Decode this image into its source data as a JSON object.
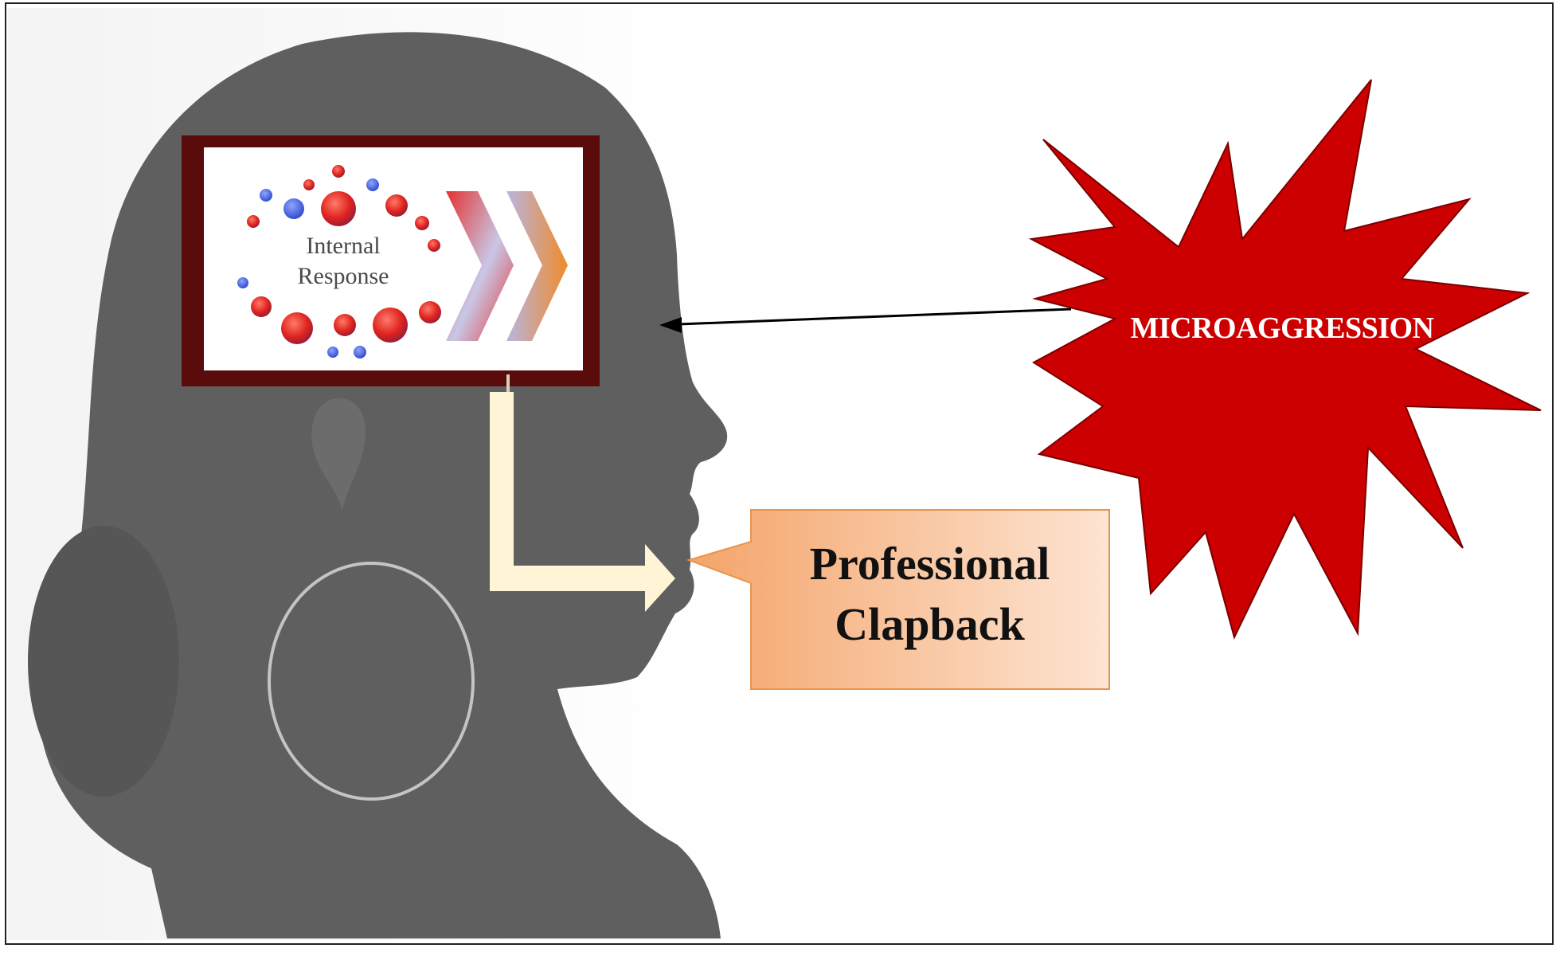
{
  "diagram": {
    "internal_response_label": "Internal\nResponse",
    "microaggression_label": "MICROAGGRESSION",
    "clapback_label": "Professional\nClapback"
  },
  "colors": {
    "silhouette": "#5f5f5f",
    "thought_box_border": "#5a0c0c",
    "starburst_fill": "#cc0000",
    "callout_fill": "#f6b27c",
    "path_arrow": "#fff5d6",
    "arrow_line": "#000000"
  },
  "icons": {
    "head": "woman-profile-silhouette",
    "earring": "hoop-earring",
    "starburst": "explosion-star"
  }
}
